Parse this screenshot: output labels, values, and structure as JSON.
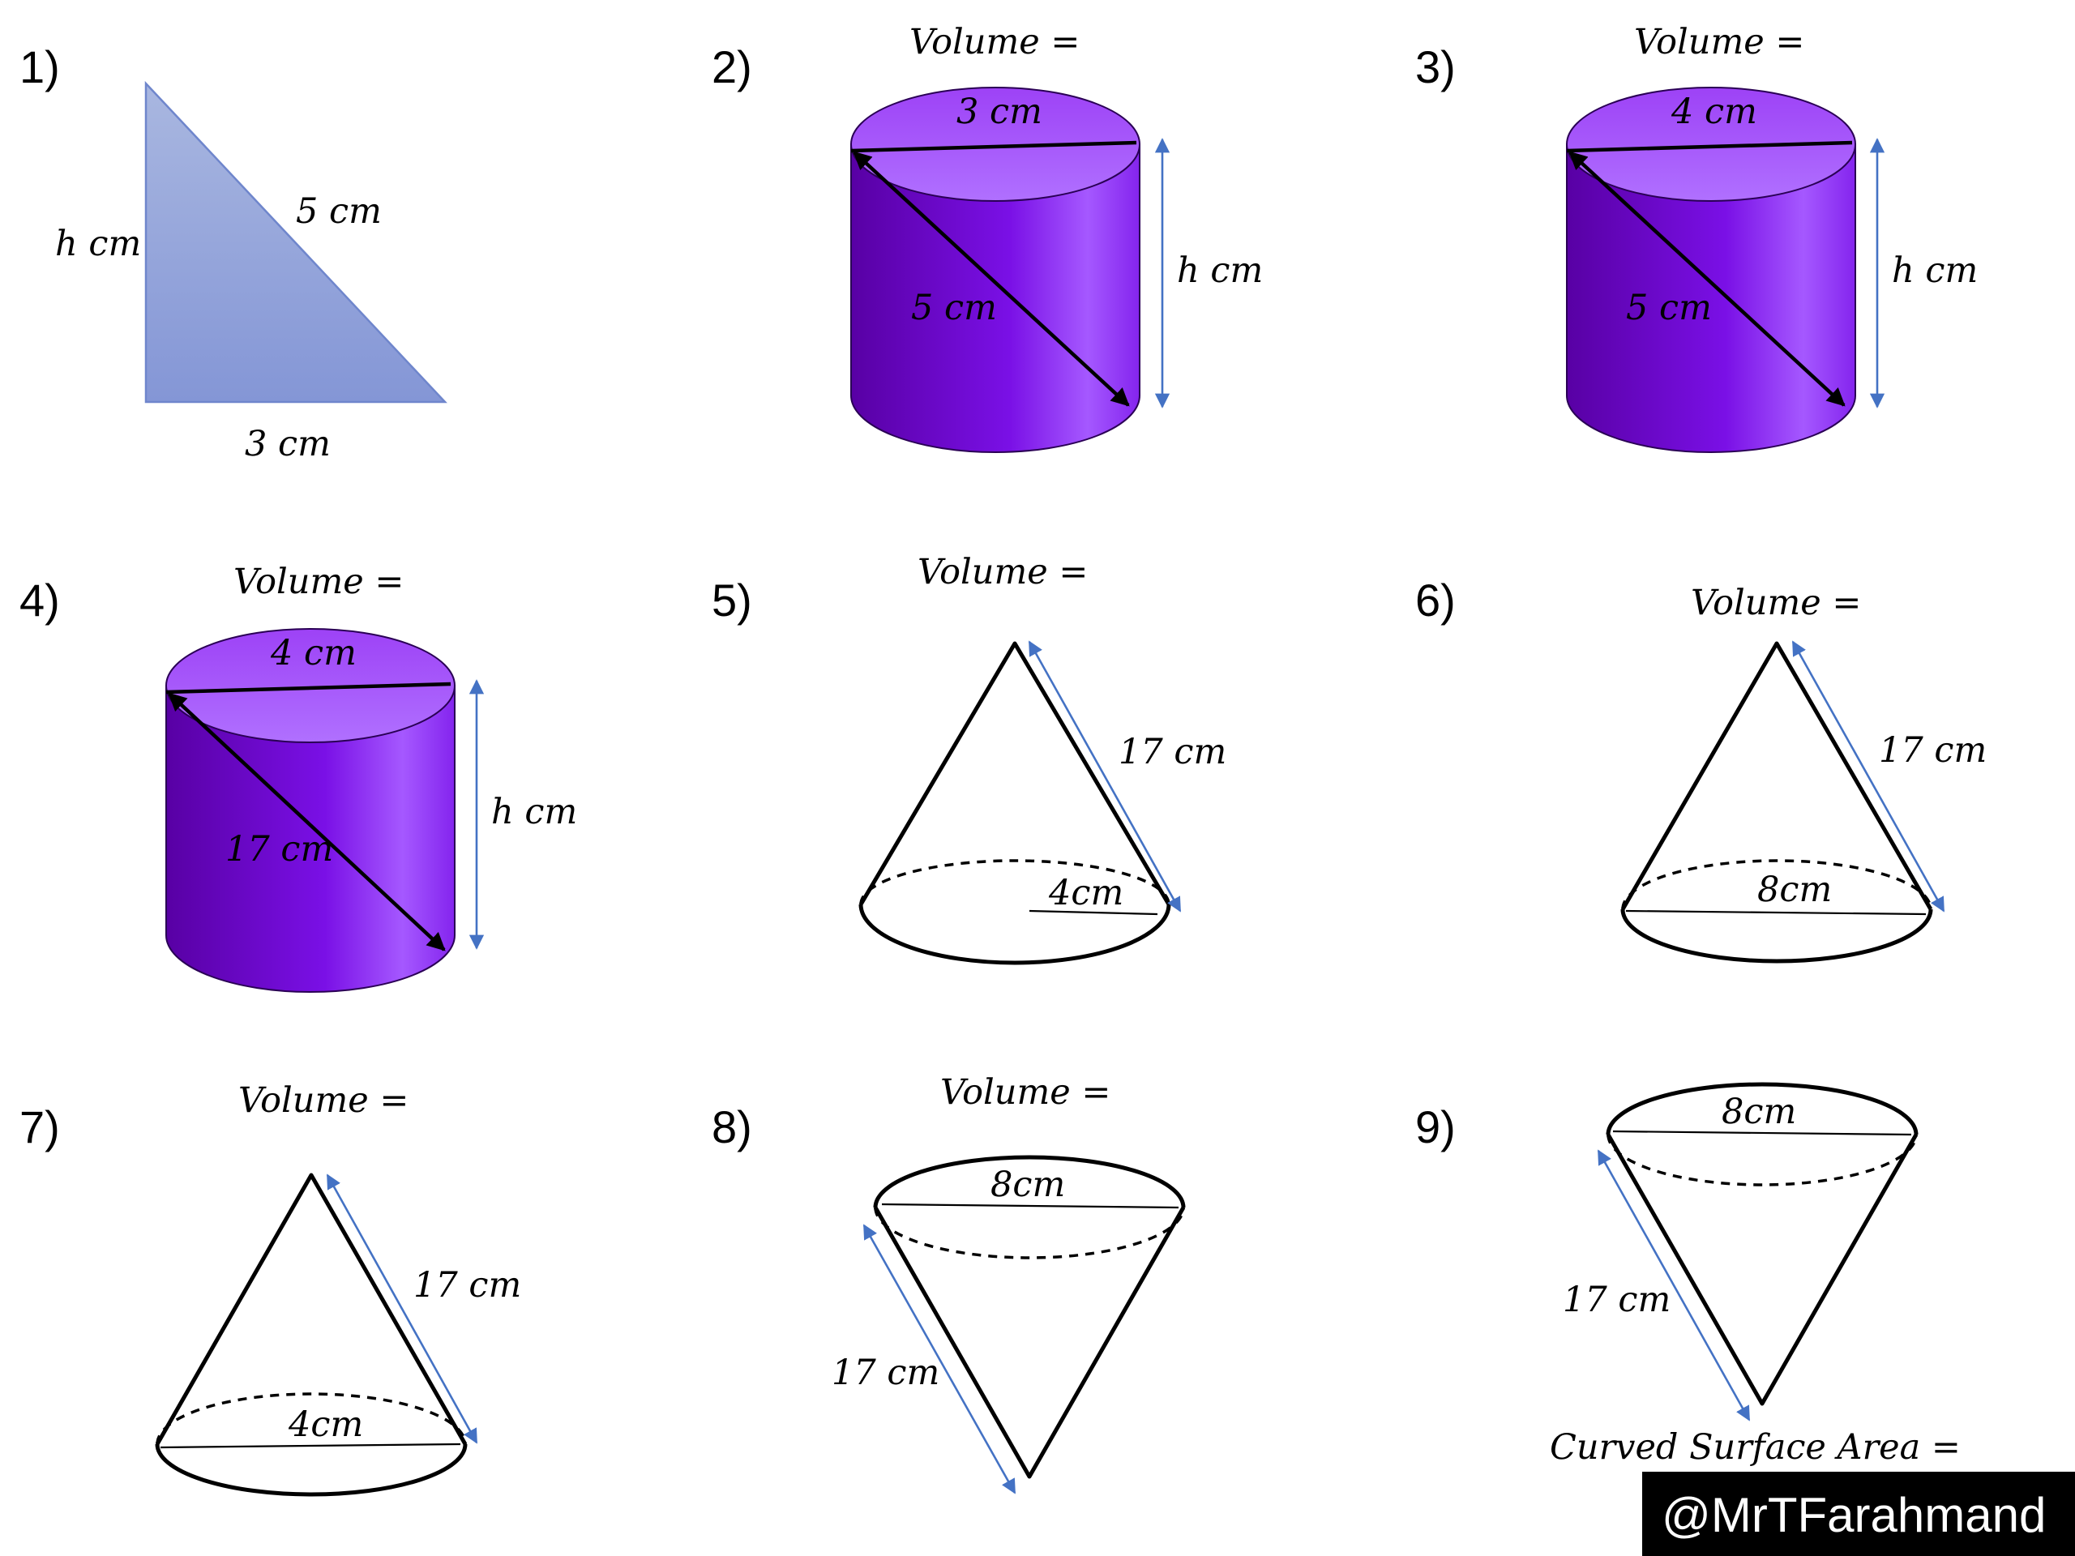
{
  "problems": [
    {
      "number": "1)",
      "labels": {
        "side": "h cm",
        "hyp": "5 cm",
        "base": "3 cm"
      }
    },
    {
      "number": "2)",
      "question": "Volume =",
      "labels": {
        "diameter": "3 cm",
        "diagonal": "5 cm",
        "height": "h cm"
      }
    },
    {
      "number": "3)",
      "question": "Volume =",
      "labels": {
        "diameter": "4 cm",
        "diagonal": "5 cm",
        "height": "h cm"
      }
    },
    {
      "number": "4)",
      "question": "Volume =",
      "labels": {
        "diameter": "4 cm",
        "diagonal": "17 cm",
        "height": "h cm"
      }
    },
    {
      "number": "5)",
      "question": "Volume =",
      "labels": {
        "slant": "17 cm",
        "radius": "4cm"
      }
    },
    {
      "number": "6)",
      "question": "Volume =",
      "labels": {
        "slant": "17 cm",
        "diameter": "8cm"
      }
    },
    {
      "number": "7)",
      "question": "Volume =",
      "labels": {
        "slant": "17 cm",
        "diameter": "4cm"
      }
    },
    {
      "number": "8)",
      "question": "Volume =",
      "labels": {
        "slant": "17 cm",
        "diameter": "8cm"
      }
    },
    {
      "number": "9)",
      "question": "Curved Surface Area =",
      "labels": {
        "slant": "17 cm",
        "diameter": "8cm"
      }
    }
  ],
  "watermark": "@MrTFarahmand",
  "colors": {
    "triangle_fill": "#8fa3d8",
    "cylinder_top": "#a24df5",
    "cylinder_dark": "#5a00a8",
    "cylinder_light": "#a455ff",
    "dimension_arrow": "#4472c4"
  }
}
